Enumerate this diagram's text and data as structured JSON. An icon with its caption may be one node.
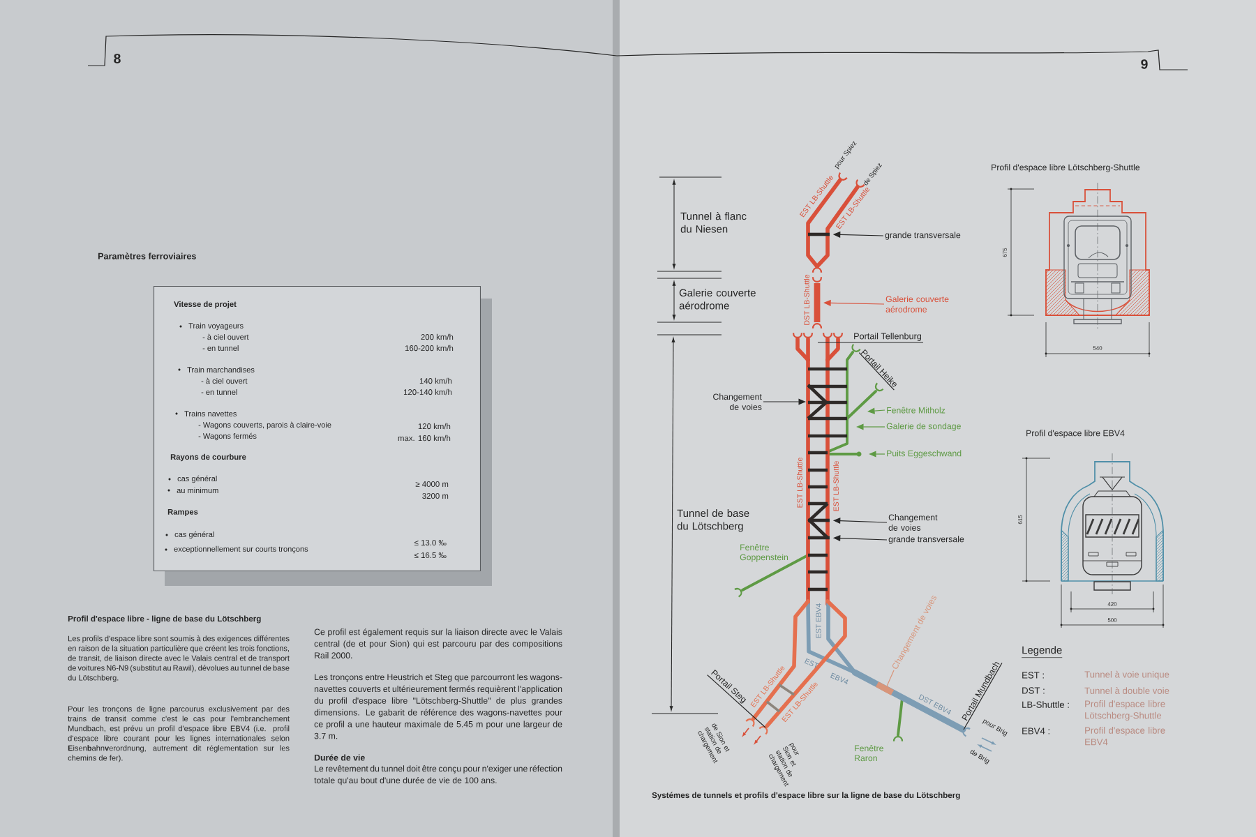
{
  "diagram": {
    "caption": "Systémes de tunnels et profils d'espace libre sur la ligne de base du Lötschberg",
    "nodes": [
      {
        "text": [
          "Vitesse de projet",
          "Train voyageurs",
          "- à ciel ouvert",
          "200 km/h",
          "- en tunnel",
          "160-200 km/h",
          "Train marchandises",
          "- à ciel ouvert",
          "140 km/h",
          "- en tunnel",
          "120-140 km/h",
          "Trains navettes",
          "- Wagons couverts, parois à claire-voie",
          "120 km/h",
          "- Wagons fermés",
          "max. 160 km/h",
          "Rayons de courbure",
          "cas général",
          "≥ 4000 m",
          "au minimum",
          "3200 m",
          "Rampes",
          "cas général",
          "≤ 13.0 ‰",
          "exceptionnellement sur courts tronçons",
          "≤ 16.5 ‰"
        ]
      },
      {
        "text": [
          "grande transversale"
        ]
      },
      {
        "text": [
          "Galerie couverte aérodrome"
        ]
      },
      {
        "text": [
          "Portail Tellenburg"
        ]
      },
      {
        "text": [
          "Portail Heike"
        ]
      },
      {
        "text": [
          "Changement de voies"
        ]
      },
      {
        "text": [
          "Fenêtre Mitholz"
        ]
      },
      {
        "text": [
          "Galerie de sondage"
        ]
      },
      {
        "text": [
          "Puits Eggeschwand"
        ]
      },
      {
        "text": [
          "Changement de voies"
        ]
      },
      {
        "text": [
          "grande transversale"
        ]
      },
      {
        "text": [
          "Changement de voies"
        ]
      },
      {
        "text": [
          "Portail Steg"
        ]
      },
      {
        "text": [
          "Portail Mundbach"
        ]
      },
      {
        "text": [],
        "shape": "bar"
      },
      {
        "text": [],
        "shape": "bar",
        "beside": [
          "DST LB-Shuttle"
        ]
      },
      {
        "text": [],
        "shape": "arc"
      },
      {
        "text": [],
        "shape": "bar"
      },
      {
        "text": [],
        "shape": "bar"
      }
    ],
    "edges": [
      {
        "from": 1,
        "to": 14,
        "arrow": "to"
      },
      {
        "from": 2,
        "to": 15,
        "arrow": "to",
        "color": "#d9503a"
      },
      {
        "from": 3,
        "to": null,
        "arrow": "none"
      },
      {
        "from": 4,
        "to": 16,
        "arrow": "none"
      },
      {
        "from": 5,
        "to": null,
        "arrow": "to"
      },
      {
        "from": 6,
        "to": null,
        "arrow": "to",
        "color": "#5e9a44"
      },
      {
        "from": 7,
        "to": null,
        "arrow": "to",
        "color": "#5e9a44"
      },
      {
        "from": 8,
        "to": null,
        "arrow": "to",
        "color": "#5e9a44"
      },
      {
        "from": 9,
        "to": 17,
        "arrow": "to"
      },
      {
        "from": 10,
        "to": 18,
        "arrow": "to"
      },
      {
        "from": 11,
        "to": null,
        "arrow": "none",
        "color": "#d8957a"
      },
      {
        "from": 12,
        "to": null,
        "arrow": "none"
      },
      {
        "from": 13,
        "to": null,
        "arrow": "none"
      }
    ],
    "labels": [
      "8",
      "Paramètres ferroviaires",
      "Profil d'espace libre - ligne de base du Lötschberg",
      "Les profils d'espace libre sont soumis à des exigences différentes en raison de la situation particulière que créent les trois fonctions, de transit, de liaison directe avec le Valais central et de transport de voitures N6-N9 (substitut au Rawil), dévolues au tunnel de base du Lötschberg.",
      "Pour les tronçons de ligne parcourus exclusivement par des trains de transit comme c'est le cas pour l'embranchement Mundbach, est prévu un profil d'espace libre EBV4 (i.e. profil d'espace libre courant pour les lignes internationales selon **E**isen**b**ahn**v**erordnung, autrement dit réglementation sur les chemins de fer).",
      "Ce profil est également requis sur la liaison directe avec le Valais central (de et pour Sion) qui est parcouru par des compositions Rail 2000.",
      "Les tronçons entre Heustrich et Steg que parcourront les wagons-navettes couverts et ultérieurement fermés requièrent l'application du profil d'espace libre \"Lötschberg-Shuttle\" de plus grandes dimensions. Le gabarit de référence des wagons-navettes pour ce profil a une hauteur maximale de 5.45 m pour une largeur de 3.7 m.",
      "Durée de vie",
      "Le revêtement du tunnel doit être conçu pour n'exiger une réfection totale qu'au bout d'une durée de vie de 100 ans.",
      "9",
      "Tunnel à flanc du Niesen",
      "Galerie couverte aérodrome",
      "Tunnel de base du Lötschberg",
      "pour Spiez",
      "de Spiez",
      "EST LB-Shuttle",
      "EST LB-Shuttle",
      "EST LB-Shuttle",
      "EST LB-Shuttle",
      "Fenêtre Goppenstein",
      "EST EBV4",
      "EST",
      "EBV4",
      "EST LB-Shuttle",
      "EST LB-Shuttle",
      "DST EBV4",
      "de Sion et station de chargement",
      "pour Sion et station de chargement",
      "Fenêtre Raron",
      "pour Brig",
      "de Brig",
      "Profil d'espace libre Lötschberg-Shuttle",
      "675",
      "540",
      "Profil d'espace libre EBV4",
      "615",
      "420",
      "500",
      "Legende",
      "EST :",
      "Tunnel à voie unique",
      "DST :",
      "Tunnel à double voie",
      "LB-Shuttle :",
      "Profil d'espace libre Lötschberg-Shuttle",
      "EBV4 :",
      "Profil d'espace libre EBV4"
    ]
  }
}
